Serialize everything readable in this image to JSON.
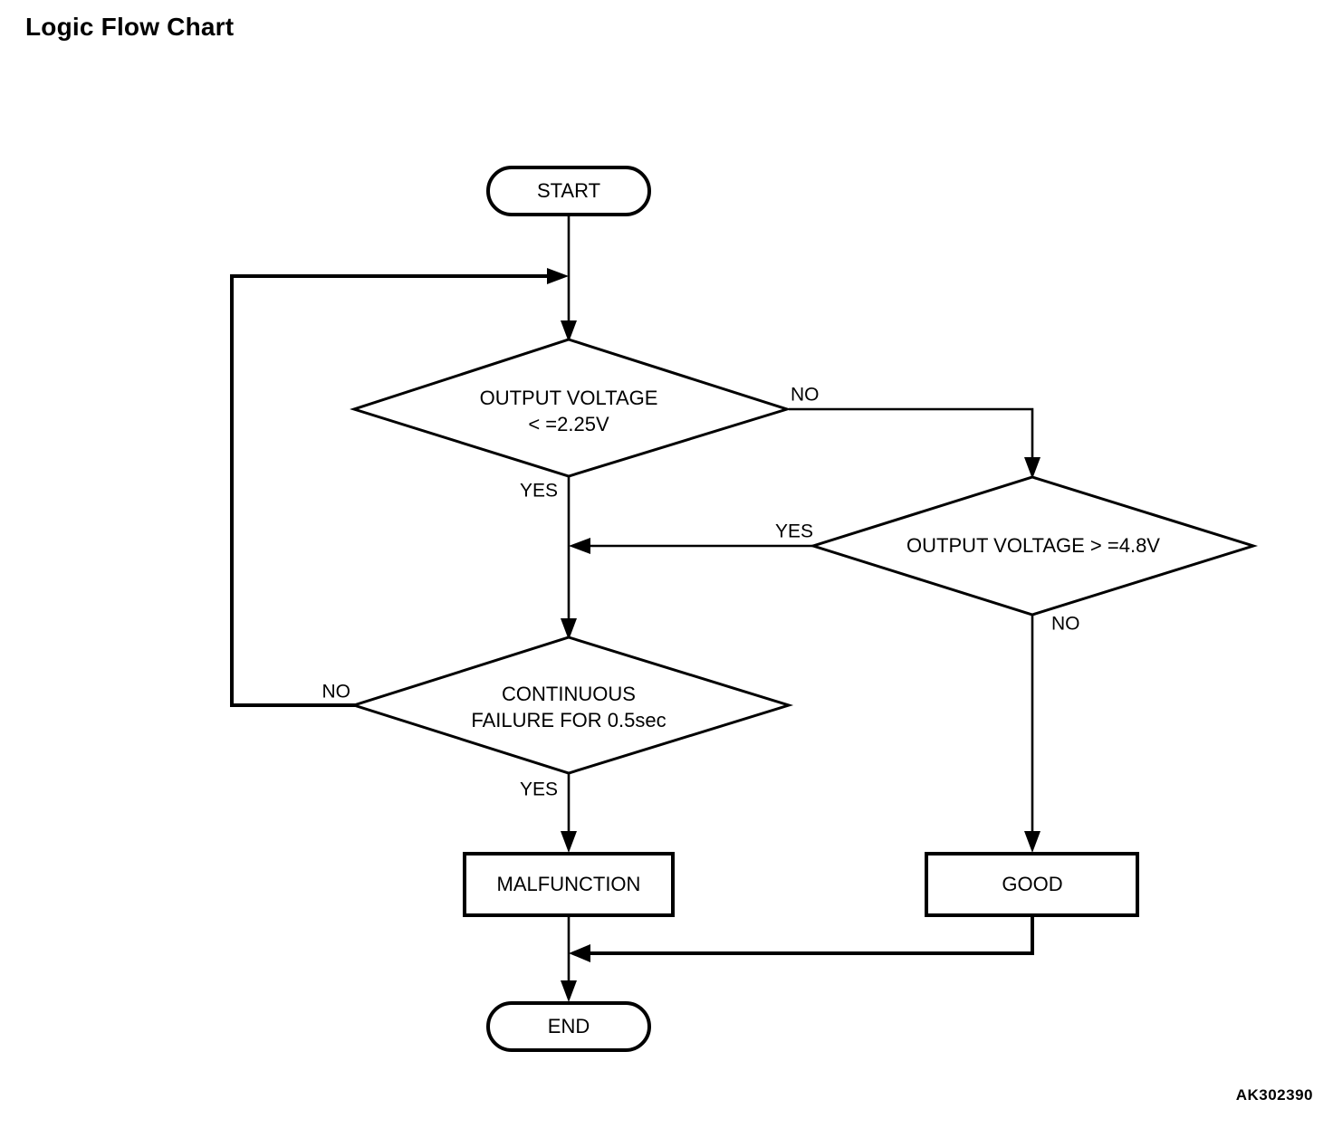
{
  "page": {
    "title": "Logic Flow Chart",
    "reference_code": "AK302390",
    "background_color": "#ffffff",
    "ink_color": "#000000"
  },
  "chart_data": {
    "type": "diagram",
    "diagram_type": "flowchart",
    "title": "Logic Flow Chart",
    "orientation": "top-to-bottom",
    "nodes": [
      {
        "id": "start",
        "shape": "terminator",
        "lines": [
          "START"
        ]
      },
      {
        "id": "dec_low",
        "shape": "decision",
        "lines": [
          "OUTPUT VOLTAGE",
          "< =2.25V"
        ]
      },
      {
        "id": "dec_high",
        "shape": "decision",
        "lines": [
          "OUTPUT VOLTAGE > =4.8V"
        ]
      },
      {
        "id": "dec_duration",
        "shape": "decision",
        "lines": [
          "CONTINUOUS",
          "FAILURE FOR 0.5sec"
        ]
      },
      {
        "id": "malfunction",
        "shape": "process",
        "lines": [
          "MALFUNCTION"
        ]
      },
      {
        "id": "good",
        "shape": "process",
        "lines": [
          "GOOD"
        ]
      },
      {
        "id": "end",
        "shape": "terminator",
        "lines": [
          "END"
        ]
      }
    ],
    "edges": [
      {
        "from": "start",
        "to": "dec_low",
        "label": ""
      },
      {
        "from": "dec_low",
        "to": "dec_duration",
        "label": "YES"
      },
      {
        "from": "dec_low",
        "to": "dec_high",
        "label": "NO"
      },
      {
        "from": "dec_high",
        "to": "dec_duration",
        "label": "YES"
      },
      {
        "from": "dec_high",
        "to": "good",
        "label": "NO"
      },
      {
        "from": "dec_duration",
        "to": "malfunction",
        "label": "YES"
      },
      {
        "from": "dec_duration",
        "to": "dec_low",
        "label": "NO"
      },
      {
        "from": "malfunction",
        "to": "end",
        "label": ""
      },
      {
        "from": "good",
        "to": "end",
        "label": ""
      }
    ]
  },
  "nodes": {
    "start": {
      "label": "START"
    },
    "dec_low": {
      "label_line1": "OUTPUT VOLTAGE",
      "label_line2": "< =2.25V"
    },
    "dec_high": {
      "label": "OUTPUT VOLTAGE > =4.8V"
    },
    "dec_duration": {
      "label_line1": "CONTINUOUS",
      "label_line2": "FAILURE FOR 0.5sec"
    },
    "malfunction": {
      "label": "MALFUNCTION"
    },
    "good": {
      "label": "GOOD"
    },
    "end": {
      "label": "END"
    }
  },
  "edge_labels": {
    "low_no": "NO",
    "low_yes": "YES",
    "high_yes": "YES",
    "high_no": "NO",
    "duration_no": "NO",
    "duration_yes": "YES"
  }
}
